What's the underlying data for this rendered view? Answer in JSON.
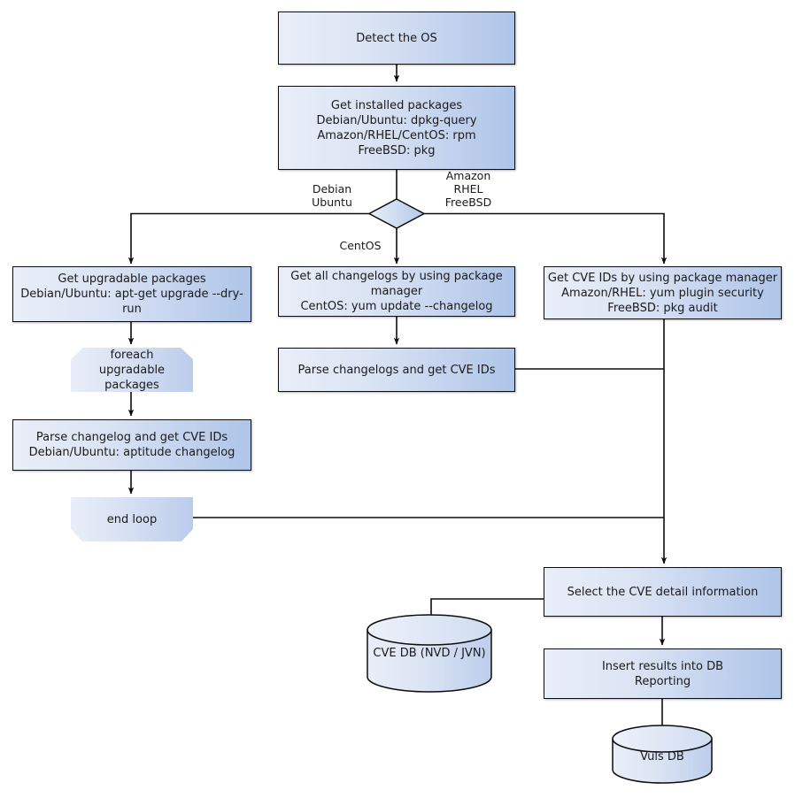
{
  "diagram": {
    "title": "Vuls scan workflow flowchart",
    "colors": {
      "node_fill_light": "#e9eef8",
      "node_fill_dark": "#aec5e8",
      "stroke": "#0d0d0d",
      "text": "#1a1a1a",
      "background": "#ffffff"
    },
    "nodes": [
      {
        "id": "detect-os",
        "shape": "process",
        "label": "Detect the OS"
      },
      {
        "id": "get-installed-packages",
        "shape": "process",
        "label": "Get installed packages\nDebian/Ubuntu: dpkg-query\nAmazon/RHEL/CentOS: rpm\nFreeBSD: pkg"
      },
      {
        "id": "os-decision",
        "shape": "decision",
        "label": ""
      },
      {
        "id": "get-upgradable-packages",
        "shape": "process",
        "label": "Get upgradable packages\nDebian/Ubuntu: apt-get upgrade --dry-run"
      },
      {
        "id": "get-all-changelogs",
        "shape": "process",
        "label": "Get all changelogs by using package manager\nCentOS: yum update --changelog"
      },
      {
        "id": "get-cve-ids",
        "shape": "process",
        "label": "Get CVE IDs by using package manager\nAmazon/RHEL: yum plugin security\nFreeBSD: pkg audit"
      },
      {
        "id": "foreach-loop",
        "shape": "loop-start",
        "label": "foreach\nupgradable  packages"
      },
      {
        "id": "parse-changelog-single",
        "shape": "process",
        "label": "Parse changelog and get  CVE IDs\nDebian/Ubuntu: aptitude changelog"
      },
      {
        "id": "end-loop",
        "shape": "loop-end",
        "label": "end loop"
      },
      {
        "id": "parse-changelogs",
        "shape": "process",
        "label": "Parse changelogs and get CVE IDs"
      },
      {
        "id": "select-cve-detail",
        "shape": "process",
        "label": "Select the CVE detail information"
      },
      {
        "id": "insert-results",
        "shape": "process",
        "label": "Insert results into DB\nReporting"
      },
      {
        "id": "cve-db",
        "shape": "database",
        "label": "CVE DB (NVD / JVN)"
      },
      {
        "id": "vuls-db",
        "shape": "database",
        "label": "Vuls DB"
      }
    ],
    "edge_labels": [
      {
        "id": "branch-debian-ubuntu",
        "label": "Debian\nUbuntu"
      },
      {
        "id": "branch-amazon-rhel-freebsd",
        "label": "Amazon\nRHEL\nFreeBSD"
      },
      {
        "id": "branch-centos",
        "label": "CentOS"
      }
    ]
  }
}
